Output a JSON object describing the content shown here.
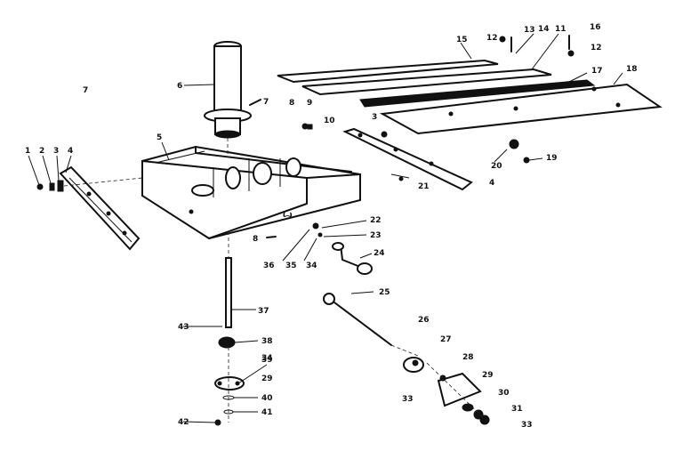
{
  "callouts": [
    "1",
    "2",
    "3",
    "4",
    "5",
    "6",
    "7",
    "8",
    "9",
    "10",
    "11",
    "12",
    "13",
    "14",
    "15",
    "16",
    "17",
    "18",
    "19",
    "20",
    "21",
    "22",
    "23",
    "24",
    "25",
    "26",
    "27",
    "28",
    "29",
    "30",
    "31",
    "33",
    "34",
    "35",
    "36",
    "37",
    "38",
    "39",
    "40",
    "41",
    "42",
    "43"
  ],
  "extra_labels": {
    "stray_7": "7",
    "label_12b": "12",
    "label_3b": "3",
    "label_8b": "8",
    "label_4b": "4",
    "label_34b": "34",
    "label_29b": "29",
    "label_33b": "33"
  }
}
